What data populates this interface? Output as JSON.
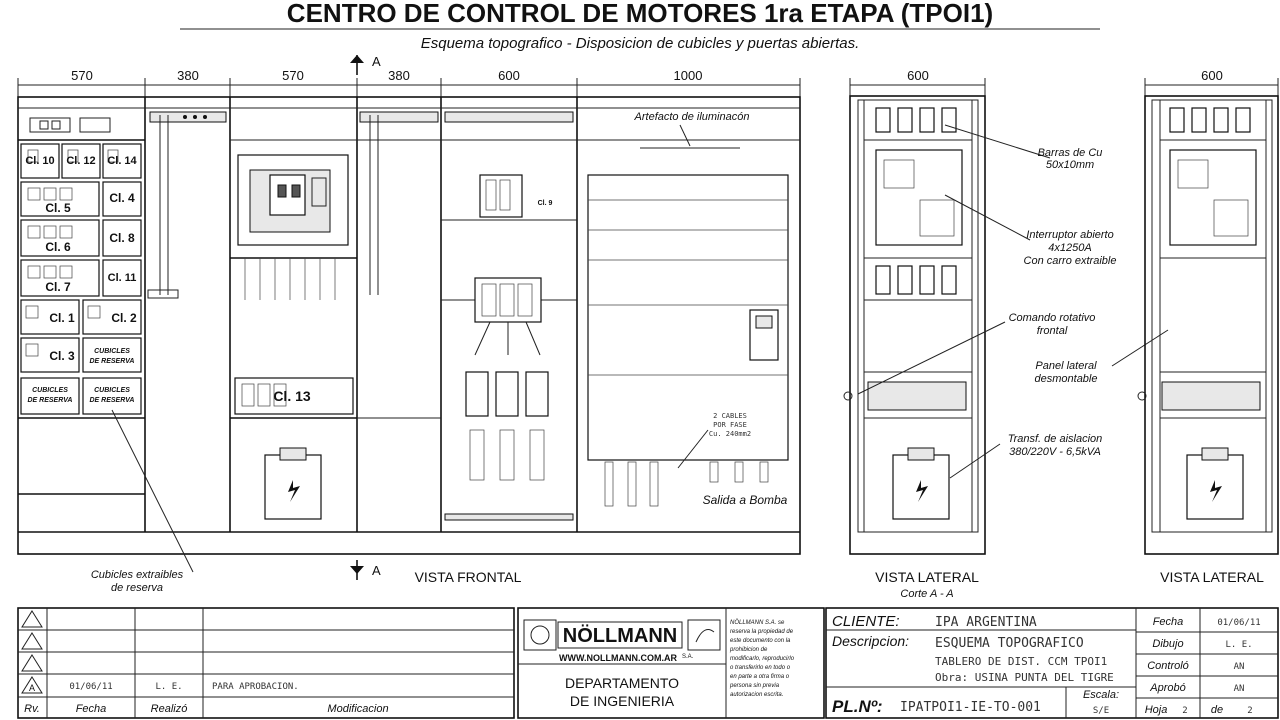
{
  "title": "CENTRO DE CONTROL DE MOTORES 1ra ETAPA (TPOI1)",
  "subtitle": "Esquema topografico - Disposicion de cubicles y puertas abiertas.",
  "dimensions": {
    "front": [
      "570",
      "380",
      "570",
      "380",
      "600",
      "1000"
    ],
    "side1": "600",
    "side2": "600"
  },
  "section_marker": "A",
  "cubicles": {
    "cl10": "Cl. 10",
    "cl12": "Cl. 12",
    "cl14": "Cl. 14",
    "cl5": "Cl. 5",
    "cl4": "Cl. 4",
    "cl6": "Cl. 6",
    "cl8": "Cl. 8",
    "cl7": "Cl. 7",
    "cl11": "Cl. 11",
    "cl1": "Cl. 1",
    "cl2": "Cl. 2",
    "cl3": "Cl. 3",
    "reserva_a": "CUBICLES",
    "reserva_a2": "DE RESERVA",
    "reserva_b": "CUBICLES",
    "reserva_b2": "DE RESERVA",
    "reserva_c": "CUBICLES",
    "reserva_c2": "DE RESERVA",
    "cl13": "Cl. 13",
    "cl9": "Cl. 9"
  },
  "annotations": {
    "lighting": "Artefacto de iluminacón",
    "cables1": "2 CABLES",
    "cables2": "POR FASE",
    "cables3": "Cu. 240mm2",
    "pump_out": "Salida a Bomba",
    "withdrawable1": "Cubicles extraibles",
    "withdrawable2": "de reserva",
    "busbar1": "Barras de Cu",
    "busbar2": "50x10mm",
    "breaker1": "Interruptor abierto",
    "breaker2": "4x1250A",
    "breaker3": "Con carro extraible",
    "rotary1": "Comando rotativo",
    "rotary2": "frontal",
    "panel1": "Panel lateral",
    "panel2": "desmontable",
    "transf1": "Transf. de aislacion",
    "transf2": "380/220V - 6,5kVA"
  },
  "views": {
    "front": "VISTA FRONTAL",
    "side1": "VISTA LATERAL",
    "side1_sub": "Corte A - A",
    "side2": "VISTA LATERAL"
  },
  "revision_block": {
    "headers": [
      "Rv.",
      "Fecha",
      "Realizó",
      "Modificacion"
    ],
    "rows": [
      {
        "rv": "A",
        "fecha": "01/06/11",
        "realizo": "L. E.",
        "modificacion": "PARA APROBACION."
      }
    ]
  },
  "company": {
    "logo": "NÖLLMANN",
    "logo_sa": "S.A.",
    "web": "WWW.NOLLMANN.COM.AR",
    "dept1": "DEPARTAMENTO",
    "dept2": "DE INGENIERIA",
    "legal": [
      "NÖLLMANN S.A. se",
      "reserva la propiedad de",
      "este documento con la",
      "prohibicion de",
      "modificarlo, reproducirlo",
      "o transferirlo en todo o",
      "en parte a otra firma o",
      "persona sin previa",
      "autorizacion escrita."
    ]
  },
  "title_block": {
    "cliente_label": "CLIENTE:",
    "cliente_value": "IPA ARGENTINA",
    "desc_label": "Descripcion:",
    "desc_line1": "ESQUEMA TOPOGRAFICO",
    "desc_line2": "TABLERO DE DIST. CCM TPOI1",
    "desc_line3": "Obra: USINA PUNTA DEL TIGRE",
    "plano_label": "PL.Nº:",
    "plano_value": "IPATPOI1-IE-TO-001",
    "escala_label": "Escala:",
    "escala_value": "S/E",
    "fecha_label": "Fecha",
    "fecha_value": "01/06/11",
    "dibujo_label": "Dibujo",
    "dibujo_value": "L. E.",
    "controlo_label": "Controló",
    "controlo_value": "AN",
    "aprobo_label": "Aprobó",
    "aprobo_value": "AN",
    "hoja_label": "Hoja",
    "hoja_value": "2",
    "de_label": "de",
    "de_value": "2"
  }
}
